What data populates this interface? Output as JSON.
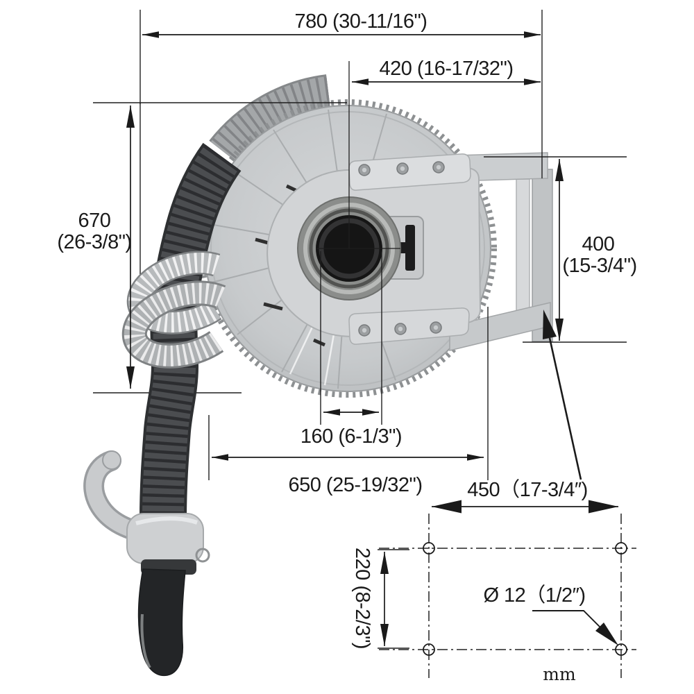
{
  "diagram": {
    "unit": "mm",
    "dims": {
      "d780": "780 (30-11/16\")",
      "d420": "420 (16-17/32\")",
      "d670a": "670",
      "d670b": "(26-3/8\")",
      "d400a": "400",
      "d400b": "(15-3/4\")",
      "d160": "160 (6-1/3\")",
      "d650": "650 (25-19/32\")",
      "d450": "450（17-3/4″)",
      "d220": "220 (8-2/3\")",
      "hole_dia": "Ø 12（1/2″)"
    }
  }
}
